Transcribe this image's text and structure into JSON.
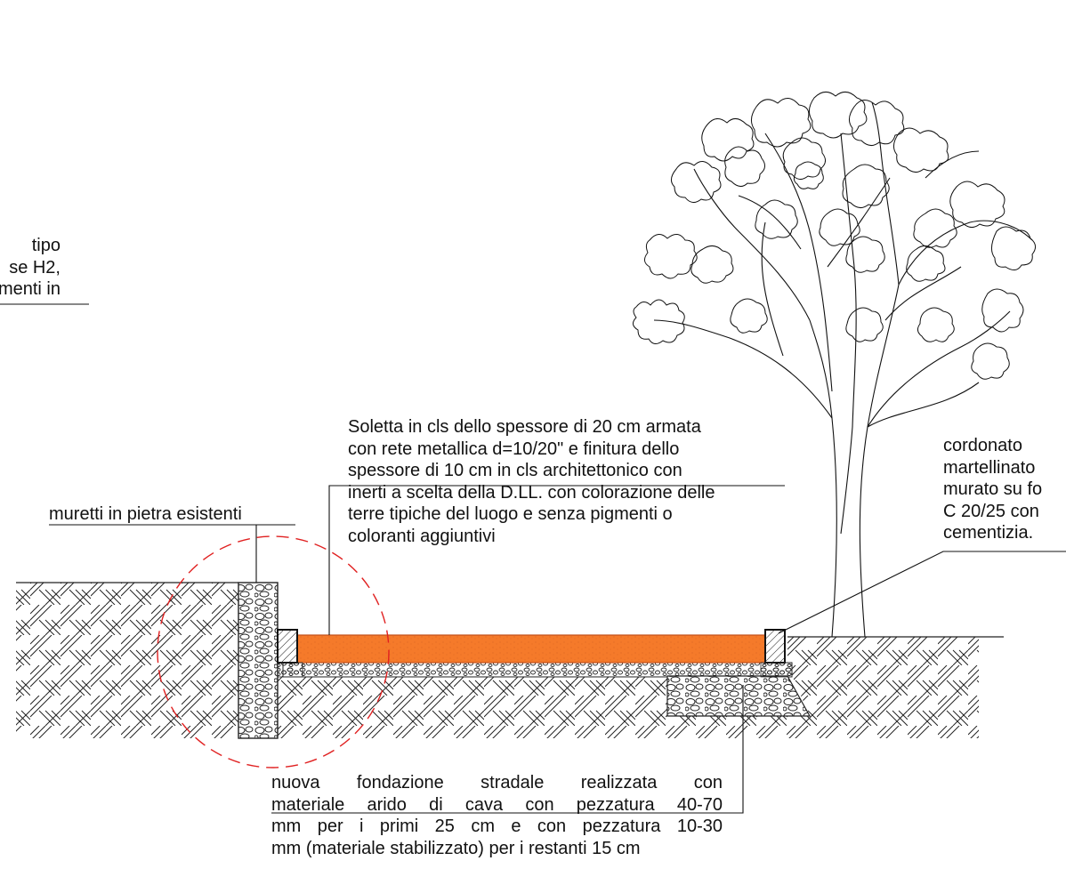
{
  "notes": {
    "left_partial": [
      "tipo",
      "se H2,",
      "menti in"
    ],
    "soletta": [
      "Soletta in cls dello spessore di 20 cm armata",
      "con rete metallica d=10/20\" e finitura dello",
      "spessore di 10 cm in cls architettonico con",
      "inerti a scelta della D.LL. con colorazione delle",
      "terre tipiche del luogo e senza pigmenti o",
      "coloranti aggiuntivi"
    ],
    "muretti": "muretti in pietra esistenti",
    "cordonato": [
      "cordonato",
      "martellinato",
      "murato su fo",
      "C  20/25  con",
      "cementizia."
    ],
    "fondazione": [
      "nuova fondazione stradale realizzata con",
      "materiale arido di cava con pezzatura 40-70",
      "mm per i primi 25 cm e con pezzatura 10-30",
      "mm (materiale stabilizzato) per i restanti 15 cm"
    ]
  },
  "colors": {
    "slab": "#f57a2a",
    "slab_edge": "#c0501a",
    "detail_circle": "#e02020",
    "ink": "#111111"
  },
  "icons": {
    "tree": "tree-elevation-icon",
    "curb": "curb-stone-icon",
    "wall": "stone-wall-icon"
  }
}
